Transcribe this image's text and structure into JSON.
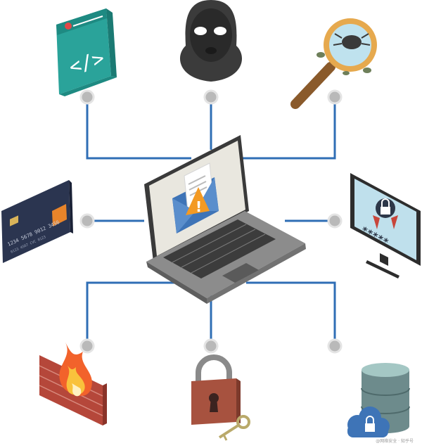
{
  "diagram": {
    "center": {
      "icon": "laptop-email-warning-icon"
    },
    "nodes": [
      {
        "id": "code",
        "icon": "code-window-icon",
        "code_glyph": "</>"
      },
      {
        "id": "hacker",
        "icon": "hacker-mask-icon"
      },
      {
        "id": "bug",
        "icon": "magnifier-bug-icon"
      },
      {
        "id": "card",
        "icon": "credit-card-icon",
        "card_number": "1234 5678 9012 3456",
        "card_details": "0123 4567  CVC  0123"
      },
      {
        "id": "monitor",
        "icon": "monitor-lock-password-icon",
        "password_mask": "*****"
      },
      {
        "id": "firewall",
        "icon": "firewall-icon"
      },
      {
        "id": "padlock",
        "icon": "padlock-key-icon"
      },
      {
        "id": "database",
        "icon": "cloud-database-lock-icon"
      }
    ],
    "colors": {
      "connector": "#2F6EB5",
      "node_dot": "#B9B9B9",
      "teal": "#2AA39A",
      "card": "#2B3550",
      "brick": "#B5473A"
    }
  },
  "watermark": "@网络安全 · 知乎号"
}
